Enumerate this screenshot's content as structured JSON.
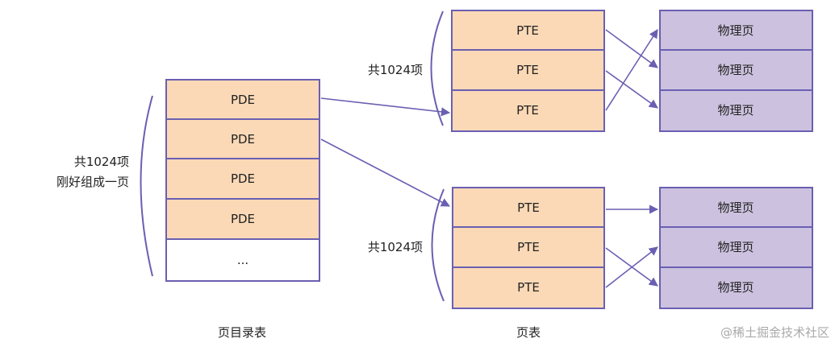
{
  "page_directory": {
    "entries": [
      "PDE",
      "PDE",
      "PDE",
      "PDE"
    ],
    "ellipsis": "...",
    "count_note": [
      "共1024项",
      "刚好组成一页"
    ],
    "caption": "页目录表"
  },
  "page_tables": [
    {
      "entries": [
        "PTE",
        "PTE",
        "PTE"
      ],
      "count_note": "共1024项"
    },
    {
      "entries": [
        "PTE",
        "PTE",
        "PTE"
      ],
      "count_note": "共1024项"
    }
  ],
  "page_table_caption": "页表",
  "physical_pages": {
    "groups": [
      [
        "物理页",
        "物理页",
        "物理页"
      ],
      [
        "物理页",
        "物理页",
        "物理页"
      ]
    ]
  },
  "watermark": "@稀土掘金技术社区",
  "colors": {
    "entry_fill": "#fbd9b6",
    "physical_page_fill": "#ccc2df",
    "outline": "#6a5fb2"
  }
}
